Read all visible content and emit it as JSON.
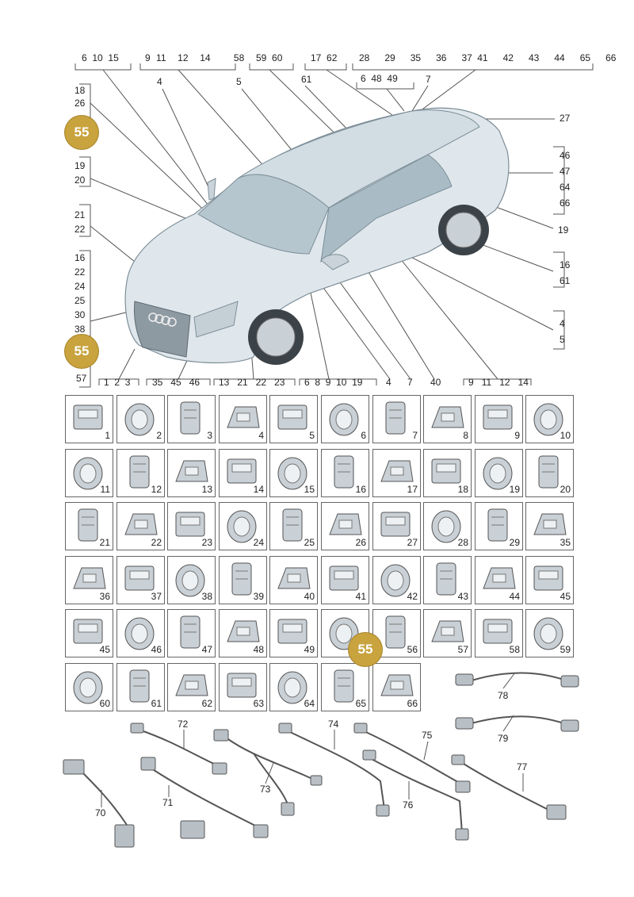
{
  "top_groups": [
    {
      "id": "tg1",
      "labels": [
        "6",
        "10",
        "15"
      ]
    },
    {
      "id": "tg2",
      "labels": [
        "9",
        "11",
        "12",
        "14",
        "58"
      ]
    },
    {
      "id": "tg3",
      "labels": [
        "59",
        "60"
      ]
    },
    {
      "id": "tg4",
      "labels": [
        "17",
        "62"
      ]
    },
    {
      "id": "tg5",
      "labels": [
        "28",
        "29",
        "35",
        "36",
        "37",
        "41",
        "42",
        "43",
        "44",
        "65",
        "66"
      ]
    },
    {
      "id": "tg6",
      "labels": [
        "6",
        "48",
        "49"
      ]
    }
  ],
  "car_callouts": [
    "4",
    "5",
    "61",
    "7",
    "27",
    "19",
    "16",
    "61",
    "4",
    "5"
  ],
  "right_groups": [
    {
      "id": "rg1",
      "labels": [
        "46",
        "47",
        "64",
        "66"
      ]
    },
    {
      "id": "rg2",
      "labels": [
        "16",
        "61"
      ]
    },
    {
      "id": "rg3",
      "labels": [
        "4",
        "5"
      ]
    }
  ],
  "left_groups": [
    {
      "id": "lg1",
      "labels": [
        "18",
        "26"
      ]
    },
    {
      "id": "lg2",
      "labels": [
        "19",
        "20"
      ]
    },
    {
      "id": "lg3",
      "labels": [
        "21",
        "22"
      ]
    },
    {
      "id": "lg4",
      "labels": [
        "16",
        "22",
        "24",
        "25",
        "30",
        "38"
      ]
    },
    {
      "id": "lg5",
      "labels": [
        "57"
      ]
    }
  ],
  "bottom_groups": [
    {
      "id": "bg1",
      "labels": [
        "1",
        "2",
        "3"
      ]
    },
    {
      "id": "bg2",
      "labels": [
        "35",
        "45",
        "46"
      ]
    },
    {
      "id": "bg3",
      "labels": [
        "13",
        "21",
        "22",
        "23"
      ]
    },
    {
      "id": "bg4",
      "labels": [
        "6",
        "8",
        "9",
        "10",
        "19"
      ]
    },
    {
      "id": "bg5",
      "labels": [
        "4"
      ]
    },
    {
      "id": "bg6",
      "labels": [
        "7"
      ]
    },
    {
      "id": "bg7",
      "labels": [
        "40"
      ]
    },
    {
      "id": "bg8",
      "labels": [
        "9",
        "11",
        "12",
        "14"
      ]
    }
  ],
  "badges": [
    "55",
    "55",
    "55"
  ],
  "grid": [
    [
      "1",
      "2",
      "3",
      "4",
      "5",
      "6",
      "7",
      "8",
      "9",
      "10"
    ],
    [
      "11",
      "12",
      "13",
      "14",
      "15",
      "16",
      "17",
      "18",
      "19",
      "20"
    ],
    [
      "21",
      "22",
      "23",
      "24",
      "25",
      "26",
      "27",
      "28",
      "29",
      "35"
    ],
    [
      "36",
      "37",
      "38",
      "39",
      "40",
      "41",
      "42",
      "43",
      "44",
      "45"
    ],
    [
      "45",
      "46",
      "47",
      "48",
      "49",
      "",
      "56",
      "57",
      "58",
      "59"
    ],
    [
      "60",
      "61",
      "62",
      "63",
      "64",
      "65",
      "66"
    ]
  ],
  "harness_labels": [
    "78",
    "79",
    "72",
    "73",
    "74",
    "75",
    "70",
    "71",
    "76",
    "77"
  ],
  "colors": {
    "line": "#555555",
    "car": "#dfe7ec",
    "car_dark": "#9fb2bd",
    "badge": "#c8a33e",
    "part": "#c9d0d6"
  }
}
